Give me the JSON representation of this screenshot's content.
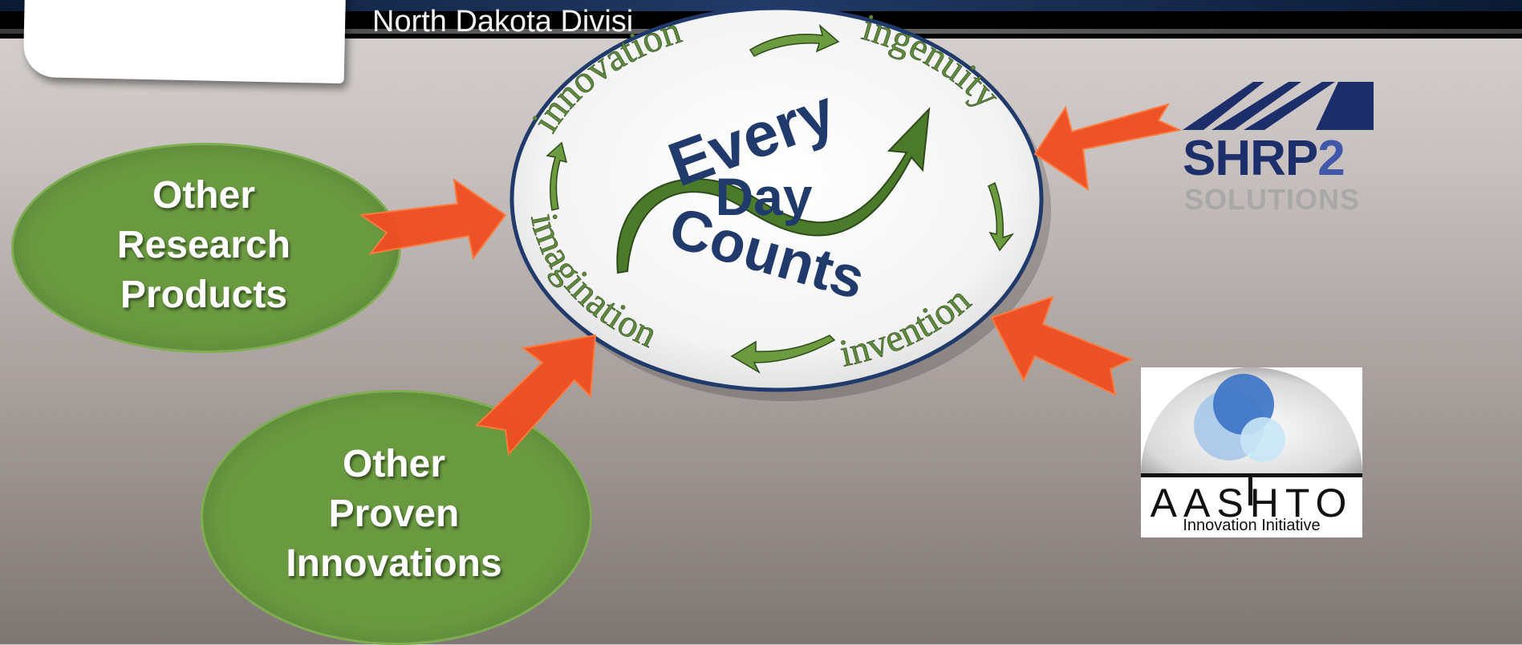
{
  "header": {
    "title": "North Dakota Divisi"
  },
  "hub": {
    "center_words": [
      "Every",
      "Day",
      "Counts"
    ],
    "ring_words": [
      "innovation",
      "ingenuity",
      "invention",
      "imagination"
    ]
  },
  "ovals": [
    {
      "lines": [
        "Other",
        "Research",
        "Products"
      ]
    },
    {
      "lines": [
        "Other",
        "Proven",
        "Innovations"
      ]
    }
  ],
  "logos": {
    "shrp2": {
      "name": "SHRP",
      "number": "2",
      "subtitle": "SOLUTIONS"
    },
    "aashto": {
      "name": "AASHTO",
      "subtitle": "Innovation Initiative"
    }
  },
  "colors": {
    "arrow": "#f04e23",
    "oval_green": "#6a9a40",
    "hub_navy": "#1f3a6b",
    "ring_green": "#4d7a2e"
  }
}
